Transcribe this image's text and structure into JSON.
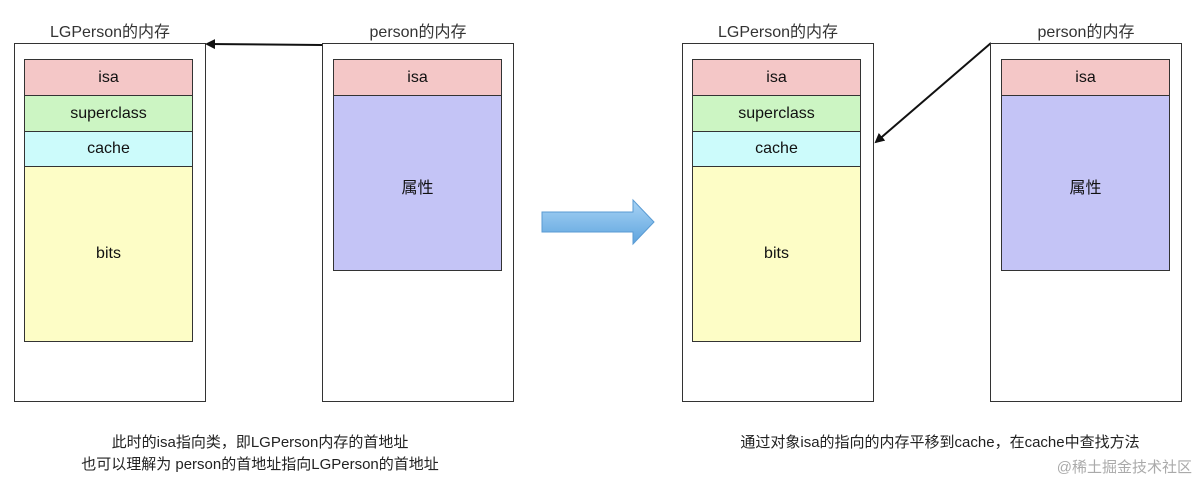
{
  "left": {
    "class_title": "LGPerson的内存",
    "instance_title": "person的内存",
    "class_cells": {
      "isa": "isa",
      "superclass": "superclass",
      "cache": "cache",
      "bits": "bits"
    },
    "instance_cells": {
      "isa": "isa",
      "props": "属性"
    },
    "caption_line1": "此时的isa指向类，即LGPerson内存的首地址",
    "caption_line2": "也可以理解为 person的首地址指向LGPerson的首地址"
  },
  "right": {
    "class_title": "LGPerson的内存",
    "instance_title": "person的内存",
    "class_cells": {
      "isa": "isa",
      "superclass": "superclass",
      "cache": "cache",
      "bits": "bits"
    },
    "instance_cells": {
      "isa": "isa",
      "props": "属性"
    },
    "caption": "通过对象isa的指向的内存平移到cache，在cache中查找方法"
  },
  "watermark": "@稀土掘金技术社区",
  "colors": {
    "isa": "#f4c7c7",
    "superclass": "#ccf5c3",
    "cache": "#ccfbfb",
    "bits": "#fdfdc6",
    "props": "#c4c4f6",
    "transition_arrow": "#6aaee4"
  }
}
